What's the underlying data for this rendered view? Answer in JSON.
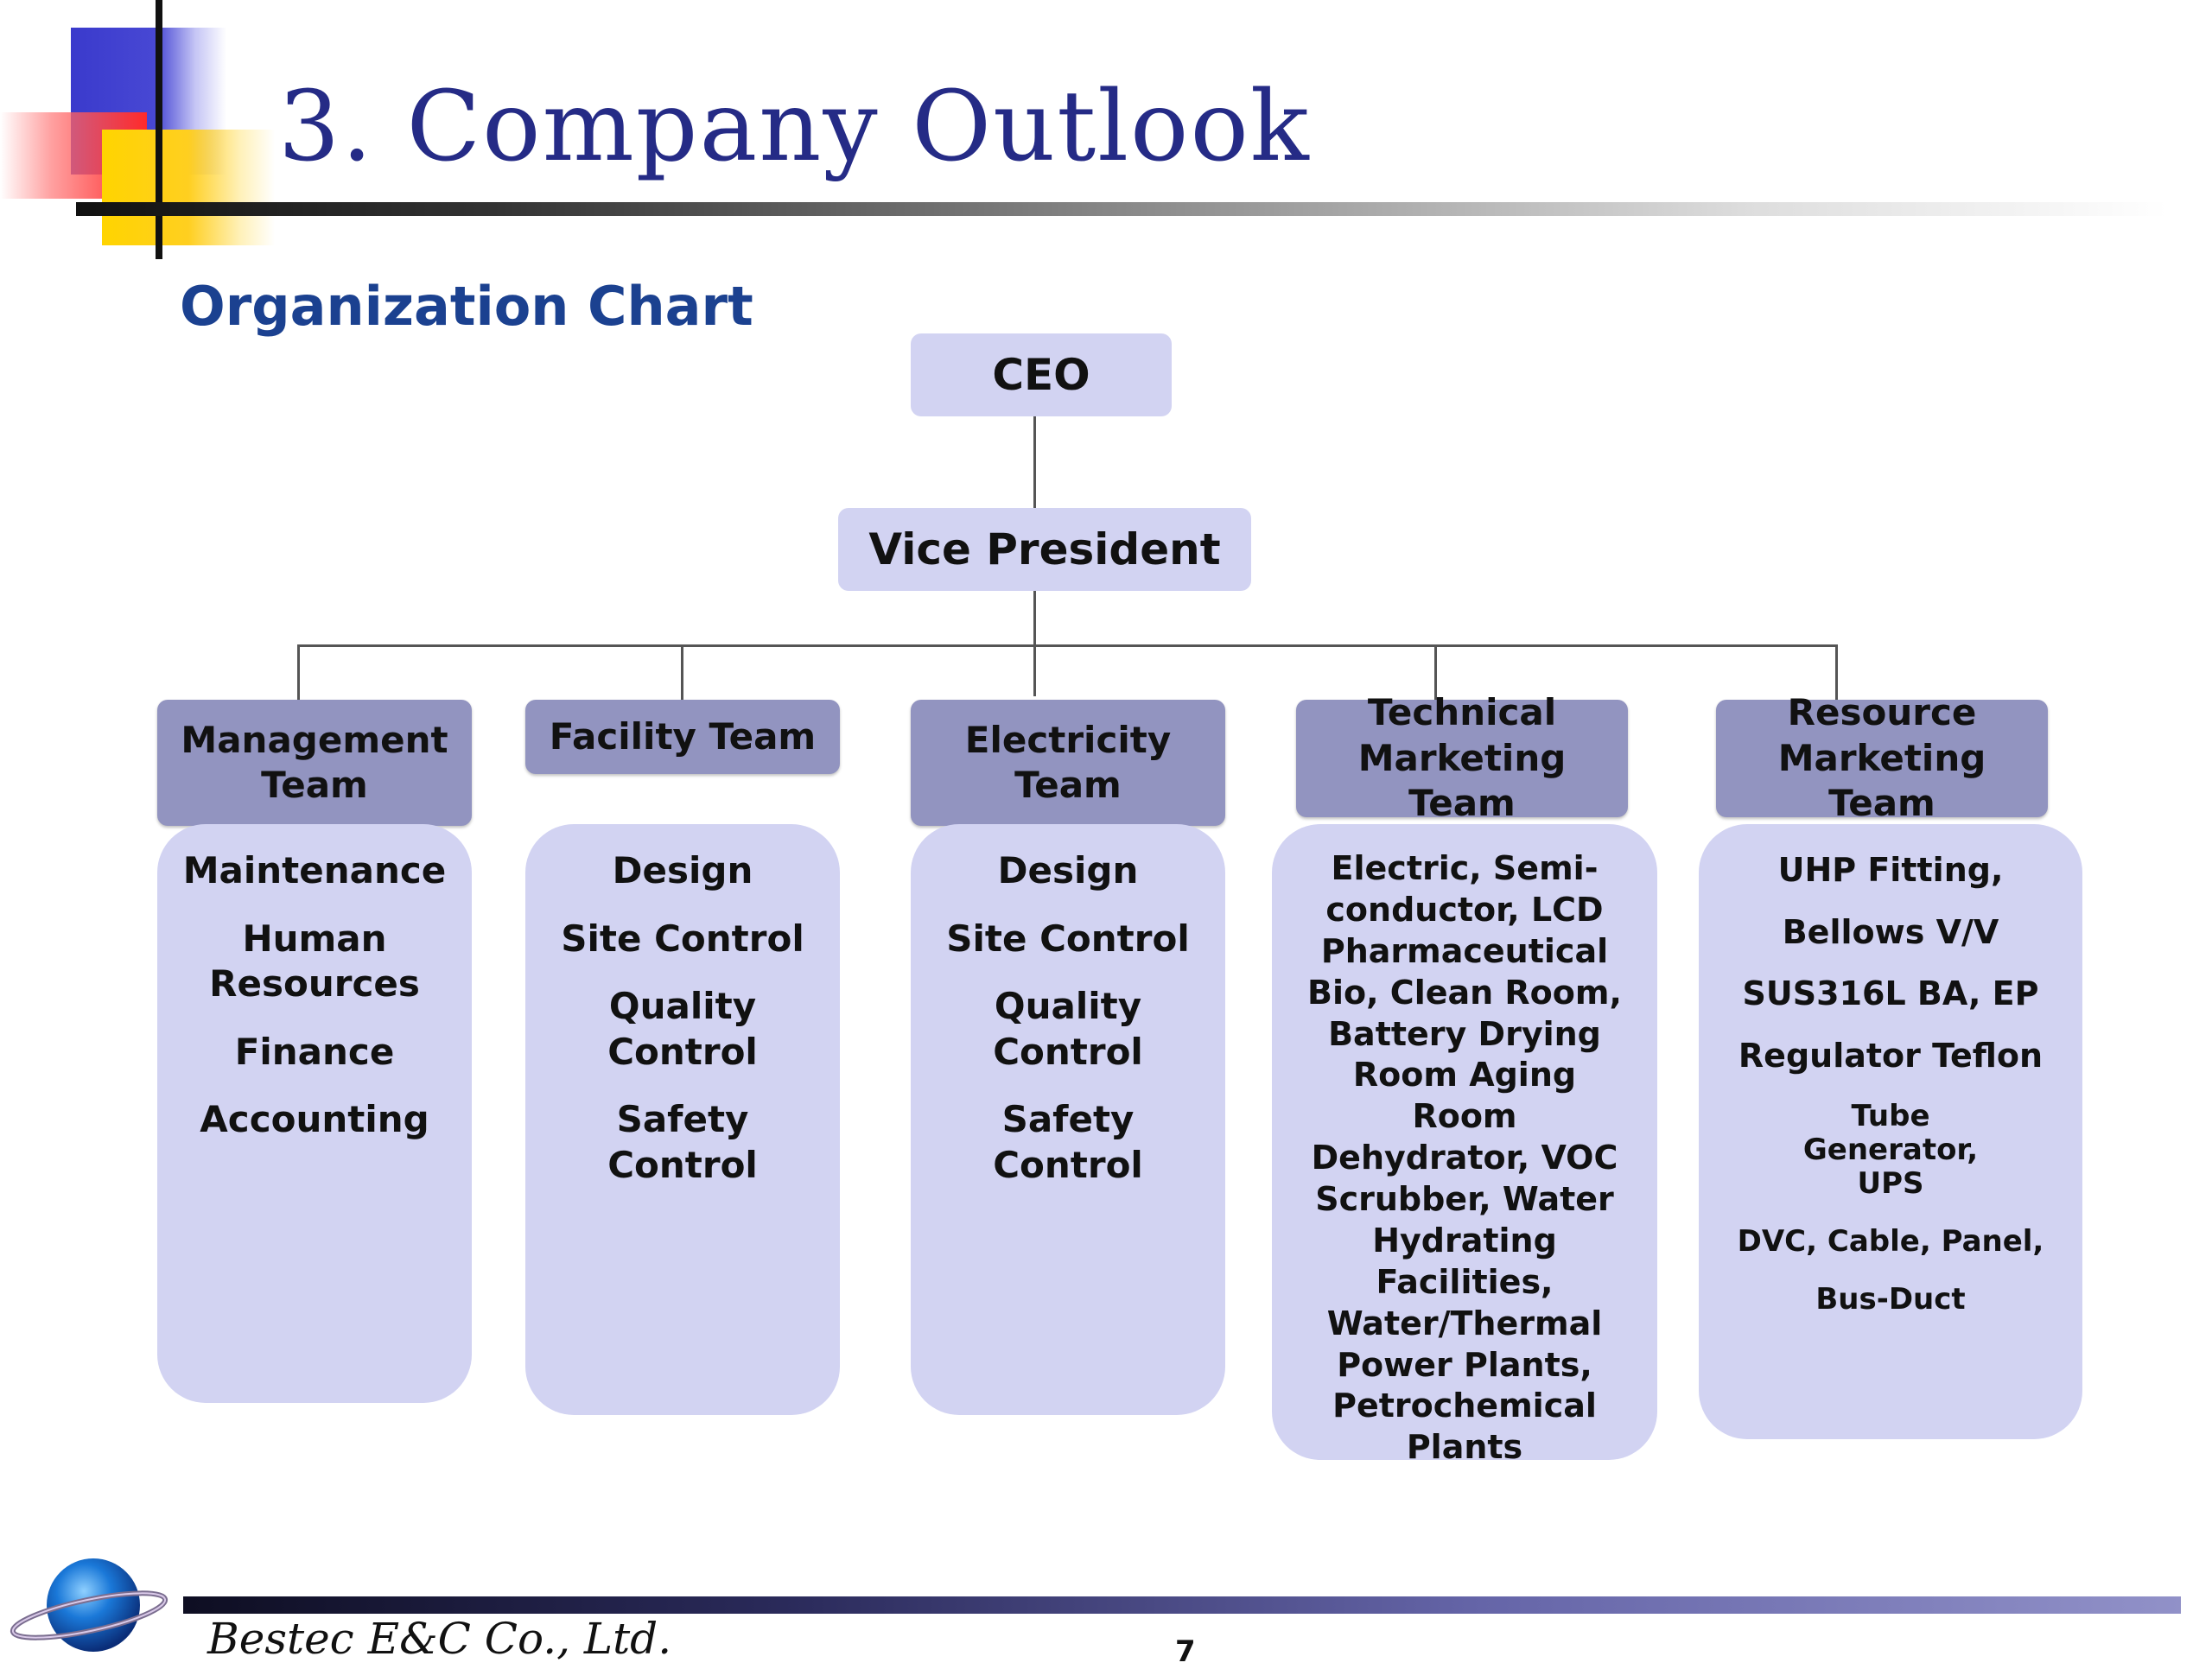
{
  "slide": {
    "title": "3. Company Outlook",
    "subtitle": "Organization Chart",
    "page_number": "7",
    "footer_company": "Bestec E&C Co., Ltd."
  },
  "org": {
    "ceo": "CEO",
    "vice_president": "Vice President",
    "teams": [
      {
        "name": "Management Team",
        "items": [
          "Maintenance",
          "Human Resources",
          "Finance",
          "Accounting"
        ]
      },
      {
        "name": "Facility Team",
        "items": [
          "Design",
          "Site Control",
          "Quality Control",
          "Safety Control"
        ]
      },
      {
        "name": "Electricity Team",
        "items": [
          "Design",
          "Site Control",
          "Quality Control",
          "Safety Control"
        ]
      },
      {
        "name": "Technical Marketing Team",
        "items": [
          "Electric, Semi-conductor, LCD Pharmaceutical Bio, Clean Room, Battery Drying Room Aging Room Dehydrator, VOC Scrubber, Water Hydrating Facilities, Water/Thermal Power Plants, Petrochemical Plants"
        ]
      },
      {
        "name": "Resource Marketing Team",
        "items": [
          "UHP Fitting,",
          "Bellows V/V",
          "SUS316L BA, EP",
          "Regulator Teflon",
          "Tube Generator, UPS",
          "DVC, Cable, Panel,",
          "Bus-Duct"
        ]
      }
    ]
  },
  "colors": {
    "title": "#252b86",
    "subtitle": "#1b4190",
    "box_light": "#d2d3f2",
    "box_dark": "#9294c0"
  },
  "icons": {
    "logo": "globe-ring-logo"
  }
}
